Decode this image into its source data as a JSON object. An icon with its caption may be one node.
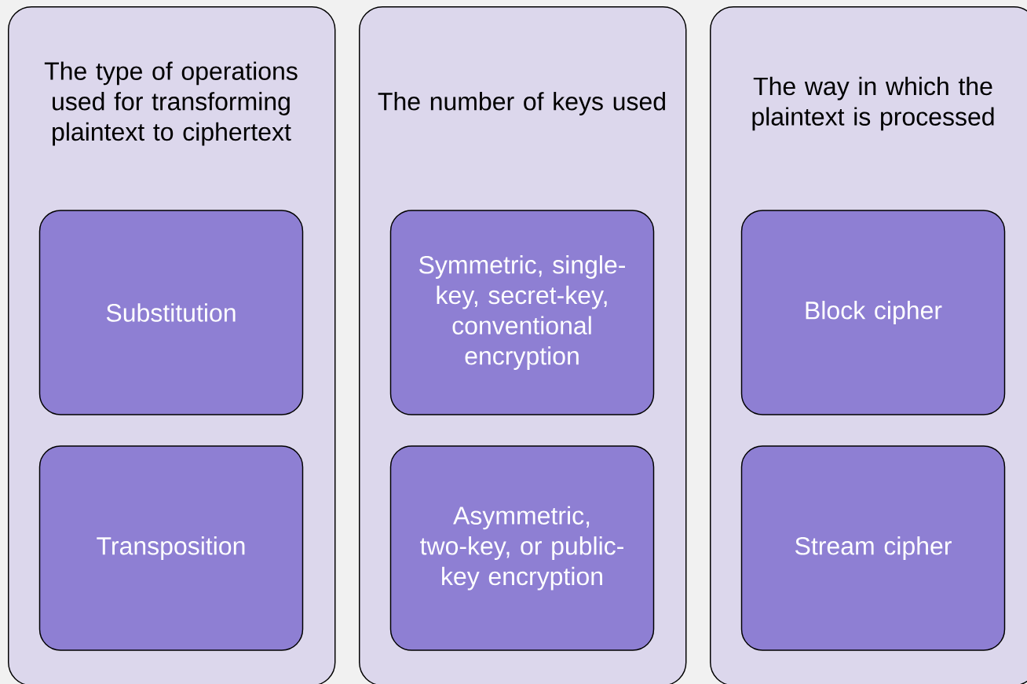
{
  "diagram": {
    "nodes": [
      {
        "text": [
          "The type of operations used for transforming plaintext to ciphertext"
        ]
      },
      {
        "text": [
          "Substitution"
        ],
        "in": 0
      },
      {
        "text": [
          "Transposition"
        ],
        "in": 0
      },
      {
        "text": [
          "The number of keys used"
        ]
      },
      {
        "text": [
          "Symmetric, single-key, secret-key, conventional encryption"
        ],
        "in": 3
      },
      {
        "text": [
          "Asymmetric, two-key, or public-key encryption"
        ],
        "in": 3
      },
      {
        "text": [
          "The way in which the plaintext is processed"
        ]
      },
      {
        "text": [
          "Block cipher"
        ],
        "in": 6
      },
      {
        "text": [
          "Stream cipher"
        ],
        "in": 6
      }
    ]
  }
}
